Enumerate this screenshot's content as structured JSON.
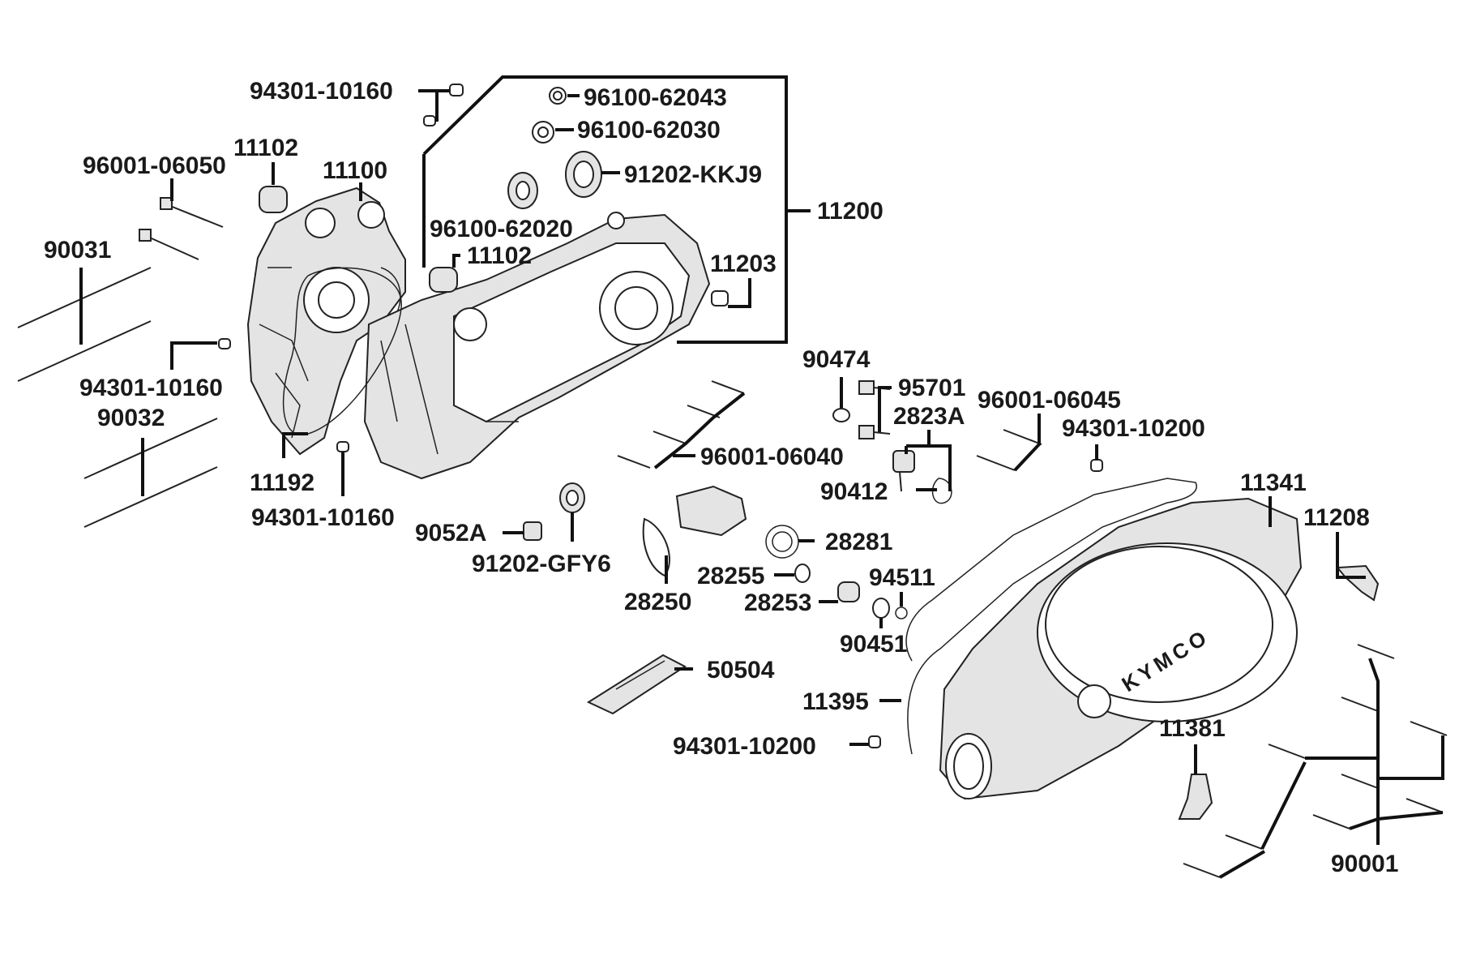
{
  "diagram": {
    "labels": {
      "l01": "94301-10160",
      "l02": "96100-62043",
      "l03": "96100-62030",
      "l04": "91202-KKJ9",
      "l05": "11102",
      "l06": "11100",
      "l07": "96001-06050",
      "l08": "11200",
      "l09": "96100-62020",
      "l10": "11102",
      "l11": "11203",
      "l12": "90031",
      "l13": "94301-10160",
      "l14": "90032",
      "l15": "90474",
      "l16": "95701",
      "l17": "2823A",
      "l18": "96001-06045",
      "l19": "94301-10200",
      "l20": "96001-06040",
      "l21": "90412",
      "l22": "11341",
      "l23": "11192",
      "l24": "94301-10160",
      "l25": "9052A",
      "l26": "11208",
      "l27": "28281",
      "l28": "91202-GFY6",
      "l29": "28255",
      "l30": "94511",
      "l31": "28253",
      "l32": "28250",
      "l33": "90451",
      "l34": "50504",
      "l35": "11395",
      "l36": "94301-10200",
      "l37": "11381",
      "l38": "90001"
    },
    "logo_text": "KYMCO"
  }
}
